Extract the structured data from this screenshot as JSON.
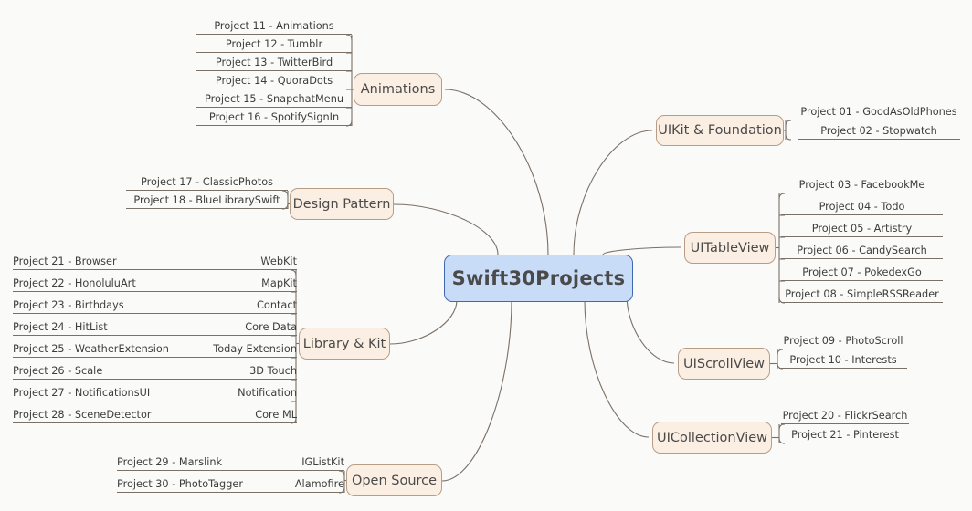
{
  "title": "Swift30Projects",
  "colors": {
    "background": "#fafaf8",
    "center_fill": "#c9dcf7",
    "center_border": "#3f68ae",
    "branch_fill": "#fbeee3",
    "branch_border": "#b89d86",
    "line": "#7a7066",
    "text": "#4a4a4a"
  },
  "center": {
    "label": "Swift30Projects"
  },
  "branches": [
    {
      "id": "animations",
      "label": "Animations",
      "side": "left",
      "leaves": [
        {
          "project": "Project 11 - Animations"
        },
        {
          "project": "Project 12 - Tumblr"
        },
        {
          "project": "Project 13 - TwitterBird"
        },
        {
          "project": "Project 14 - QuoraDots"
        },
        {
          "project": "Project 15 - SnapchatMenu"
        },
        {
          "project": "Project 16 - SpotifySignIn"
        }
      ]
    },
    {
      "id": "design-pattern",
      "label": "Design Pattern",
      "side": "left",
      "leaves": [
        {
          "project": "Project 17 - ClassicPhotos"
        },
        {
          "project": "Project 18 - BlueLibrarySwift"
        }
      ]
    },
    {
      "id": "library-kit",
      "label": "Library & Kit",
      "side": "left",
      "leaves": [
        {
          "project": "Project 21 - Browser",
          "kit": "WebKit"
        },
        {
          "project": "Project 22 - HonoluluArt",
          "kit": "MapKit"
        },
        {
          "project": "Project 23 - Birthdays",
          "kit": "Contact"
        },
        {
          "project": "Project 24 - HitList",
          "kit": "Core Data"
        },
        {
          "project": "Project 25 - WeatherExtension",
          "kit": "Today Extension"
        },
        {
          "project": "Project 26 - Scale",
          "kit": "3D Touch"
        },
        {
          "project": "Project 27 - NotificationsUI",
          "kit": "Notification"
        },
        {
          "project": "Project 28 - SceneDetector",
          "kit": "Core ML"
        }
      ]
    },
    {
      "id": "open-source",
      "label": "Open Source",
      "side": "left",
      "leaves": [
        {
          "project": "Project 29 - Marslink",
          "kit": "IGListKit"
        },
        {
          "project": "Project 30 - PhotoTagger",
          "kit": "Alamofire"
        }
      ]
    },
    {
      "id": "uikit-foundation",
      "label": "UIKit & Foundation",
      "side": "right",
      "leaves": [
        {
          "project": "Project 01 - GoodAsOldPhones"
        },
        {
          "project": "Project 02 - Stopwatch"
        }
      ]
    },
    {
      "id": "uitableview",
      "label": "UITableView",
      "side": "right",
      "leaves": [
        {
          "project": "Project 03 - FacebookMe"
        },
        {
          "project": "Project 04 - Todo"
        },
        {
          "project": "Project 05 - Artistry"
        },
        {
          "project": "Project 06 - CandySearch"
        },
        {
          "project": "Project 07 - PokedexGo"
        },
        {
          "project": "Project 08 - SimpleRSSReader"
        }
      ]
    },
    {
      "id": "uiscrollview",
      "label": "UIScrollView",
      "side": "right",
      "leaves": [
        {
          "project": "Project 09 - PhotoScroll"
        },
        {
          "project": "Project 10 - Interests"
        }
      ]
    },
    {
      "id": "uicollectionview",
      "label": "UICollectionView",
      "side": "right",
      "leaves": [
        {
          "project": "Project 20 - FlickrSearch"
        },
        {
          "project": "Project  21 - Pinterest"
        }
      ]
    }
  ]
}
